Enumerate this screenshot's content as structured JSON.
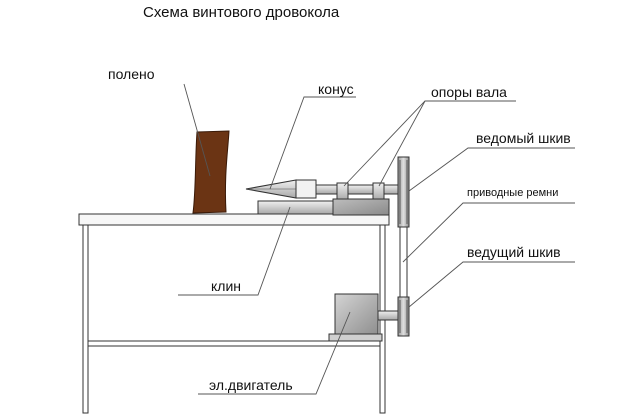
{
  "title": "Схема винтового дровокола",
  "labels": {
    "log": "полено",
    "cone": "конус",
    "shaft_supports": "опоры вала",
    "driven_pulley": "ведомый шкив",
    "drive_belts": "приводные ремни",
    "drive_pulley": "ведущий шкив",
    "wedge": "клин",
    "motor": "эл.двигатель"
  },
  "colors": {
    "line": "#333333",
    "log": "#6b3414",
    "metal_light": "#e6e6e6",
    "metal_mid": "#b8b8b8",
    "metal_dark": "#8c8c8c"
  }
}
